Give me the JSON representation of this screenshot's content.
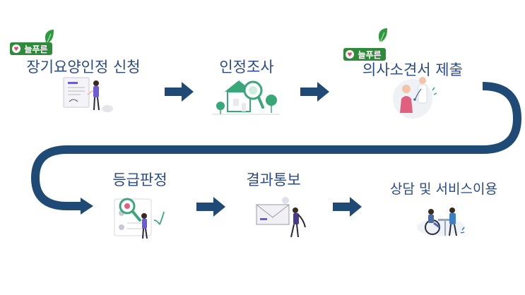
{
  "badge_text": "늘푸른",
  "steps": [
    {
      "label": "장기요양인정 신청",
      "badge": true
    },
    {
      "label": "인정조사",
      "badge": false
    },
    {
      "label": "의사소견서 제출",
      "badge": true
    },
    {
      "label": "등급판정",
      "badge": false
    },
    {
      "label": "결과통보",
      "badge": false
    },
    {
      "label": "상담 및 서비스이용",
      "badge": false
    }
  ],
  "colors": {
    "arrow": "#1f4a75",
    "label": "#2a4a88",
    "badge": "#2e8b3a",
    "leaf": "#2f9a3e",
    "accent_green": "#3aa77a",
    "accent_purple": "#4a3a8f"
  },
  "icons": [
    "application-form-icon",
    "house-inspection-icon",
    "doctor-consult-icon",
    "grade-review-icon",
    "envelope-notice-icon",
    "care-service-icon"
  ]
}
